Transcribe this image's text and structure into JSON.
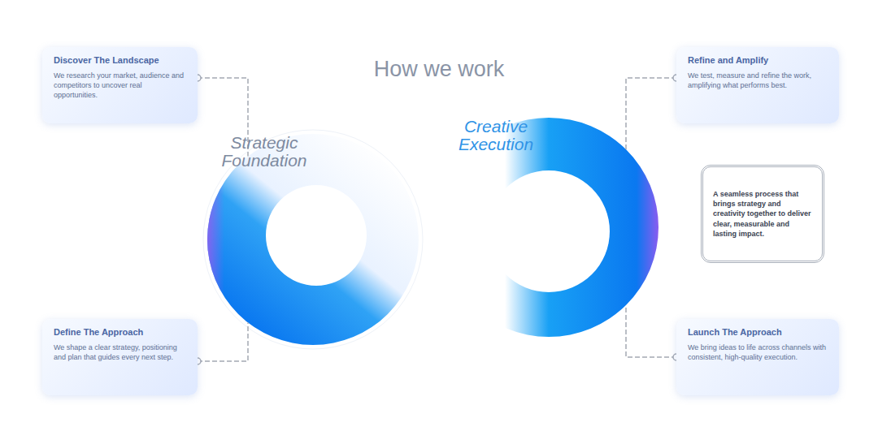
{
  "diagram": {
    "title": "How we work",
    "nodes": [
      {
        "text": [
          "Discover The Landscape",
          "We research your market, audience and competitors to uncover real opportunities."
        ]
      },
      {
        "text": [
          "Refine and Amplify",
          "We test, measure and refine the work, amplifying what performs best."
        ]
      },
      {
        "text": [
          "Strategic Foundation"
        ]
      },
      {
        "text": [
          "Creative Execution"
        ]
      },
      {
        "text": [
          "A seamless process that brings strategy and creativity together to deliver clear, measurable and lasting impact."
        ]
      },
      {
        "text": [
          "Define The Approach",
          "We shape a clear strategy, positioning and plan that guides every next step."
        ]
      },
      {
        "text": [
          "Launch The Approach",
          "We bring ideas to life across channels with consistent, high-quality execution."
        ]
      }
    ],
    "edges": [
      {
        "from": 0,
        "to": 2,
        "arrow": "none"
      },
      {
        "from": 5,
        "to": 2,
        "arrow": "none"
      },
      {
        "from": 1,
        "to": 3,
        "arrow": "none"
      },
      {
        "from": 6,
        "to": 3,
        "arrow": "none"
      }
    ]
  }
}
